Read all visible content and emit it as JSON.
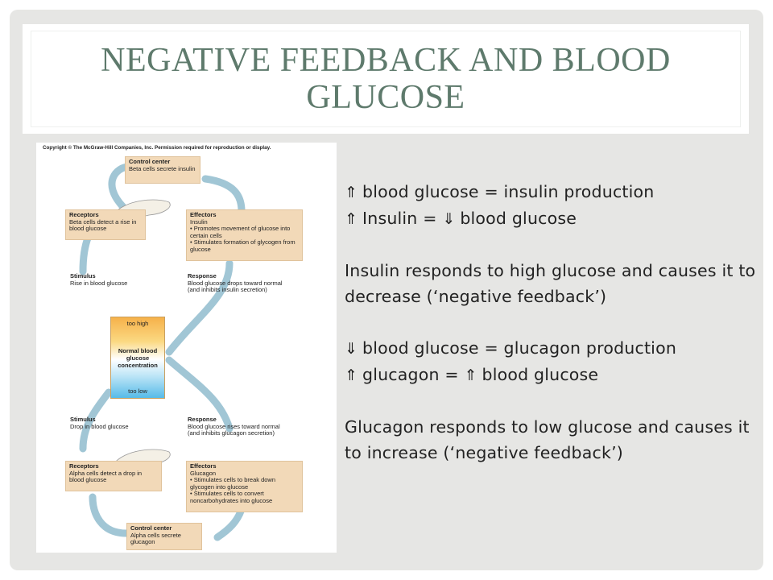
{
  "title": "NEGATIVE FEEDBACK AND BLOOD GLUCOSE",
  "figure": {
    "copyright": "Copyright © The McGraw-Hill Companies, Inc. Permission required for reproduction or display.",
    "control_center_top": {
      "heading": "Control center",
      "text": "Beta cells secrete insulin"
    },
    "receptors_top": {
      "heading": "Receptors",
      "text": "Beta cells detect a rise in blood glucose"
    },
    "effectors_top": {
      "heading": "Effectors",
      "line1": "Insulin",
      "line2": "• Promotes movement of glucose into certain cells",
      "line3": "• Stimulates formation of glycogen from glucose"
    },
    "stimulus_top": {
      "heading": "Stimulus",
      "text": "Rise in blood glucose"
    },
    "response_top": {
      "heading": "Response",
      "text": "Blood glucose drops toward normal (and inhibits insulin secretion)"
    },
    "normal": {
      "top": "too high",
      "middle": "Normal blood glucose concentration",
      "bottom": "too low"
    },
    "stimulus_bottom": {
      "heading": "Stimulus",
      "text": "Drop in blood glucose"
    },
    "response_bottom": {
      "heading": "Response",
      "text": "Blood glucose rises toward normal (and inhibits glucagon secretion)"
    },
    "receptors_bottom": {
      "heading": "Receptors",
      "text": "Alpha cells detect a drop in blood glucose"
    },
    "effectors_bottom": {
      "heading": "Effectors",
      "line1": "Glucagon",
      "line2": "• Stimulates cells to break down glycogen into glucose",
      "line3": "• Stimulates cells to convert noncarbohydrates into glucose"
    },
    "control_center_bottom": {
      "heading": "Control center",
      "text": "Alpha cells secrete glucagon"
    }
  },
  "text": {
    "line1": "blood glucose = insulin production",
    "line2a": "Insulin = ",
    "line2b": "blood glucose",
    "para1": "Insulin responds to high glucose and causes it to decrease (‘negative feedback’)",
    "line3": "blood glucose = glucagon production",
    "line4a": "glucagon = ",
    "line4b": "blood glucose",
    "para2": "Glucagon responds to low glucose and causes it to increase (‘negative feedback’)"
  },
  "icons": {
    "up": "up-arrow-icon",
    "down": "down-arrow-icon"
  },
  "colors": {
    "title": "#5e7a6c",
    "arrow_blue": "#7fb3c8",
    "box_fill": "#f2d9b8"
  }
}
